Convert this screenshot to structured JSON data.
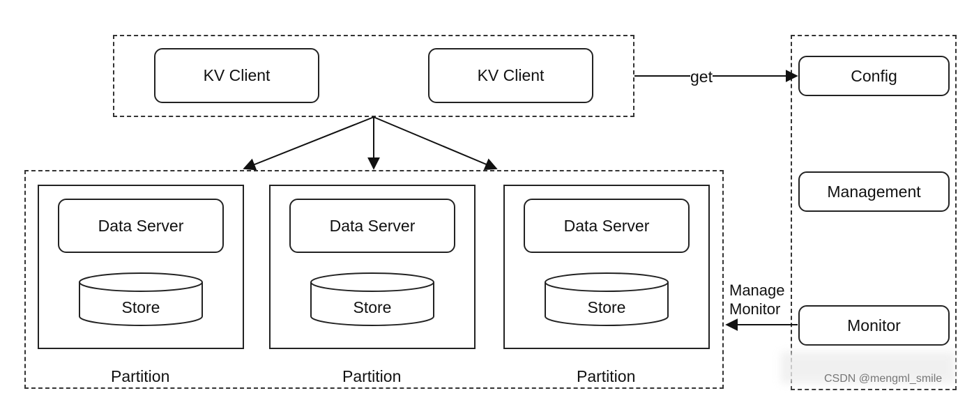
{
  "clients": {
    "items": [
      {
        "label": "KV Client"
      },
      {
        "label": "KV Client"
      }
    ]
  },
  "edge_get": {
    "label": "get"
  },
  "partitions": [
    {
      "server_label": "Data Server",
      "store_label": "Store",
      "partition_label": "Partition"
    },
    {
      "server_label": "Data Server",
      "store_label": "Store",
      "partition_label": "Partition"
    },
    {
      "server_label": "Data Server",
      "store_label": "Store",
      "partition_label": "Partition"
    }
  ],
  "control": {
    "config": "Config",
    "management": "Management",
    "monitor": "Monitor"
  },
  "edge_manage": {
    "line1": "Manage",
    "line2": "Monitor"
  },
  "watermark": {
    "text": "CSDN @mengml_smile"
  }
}
